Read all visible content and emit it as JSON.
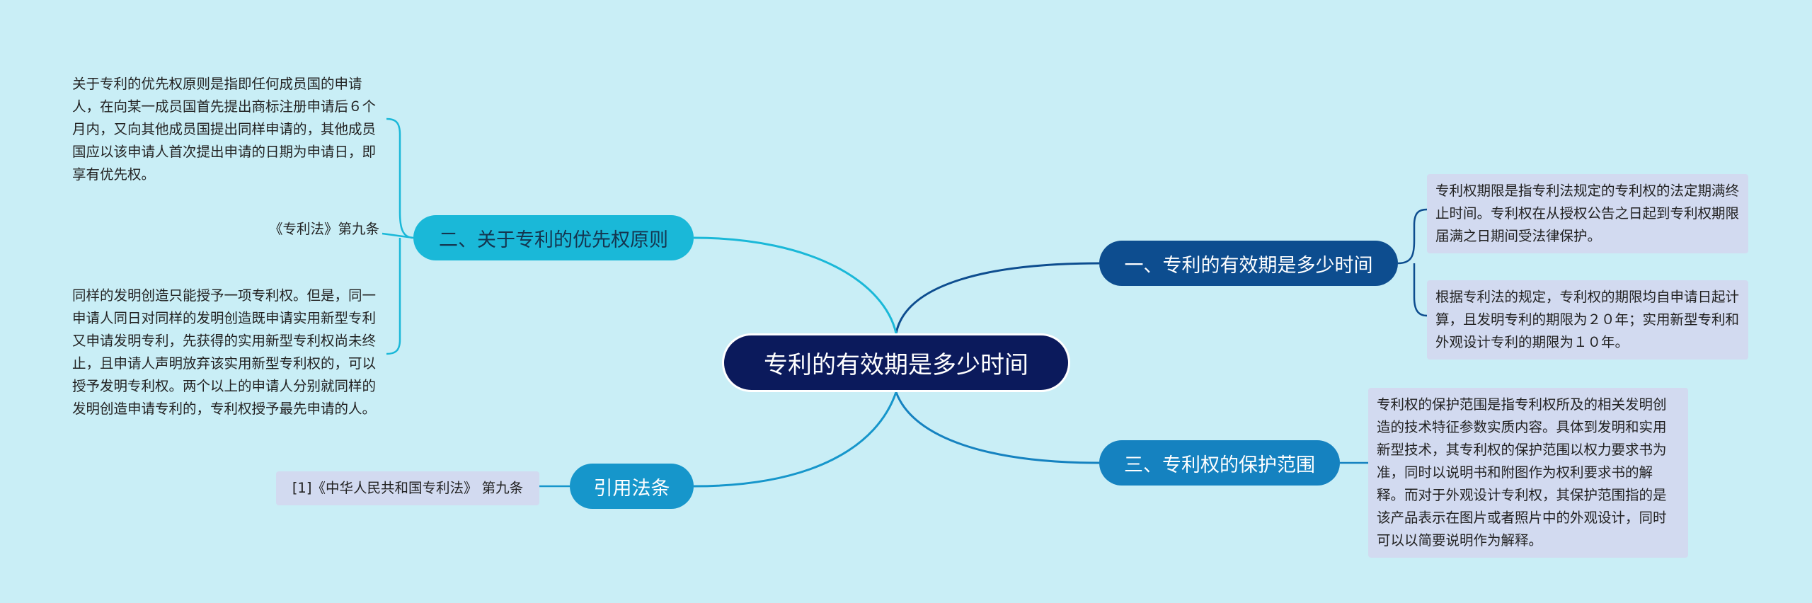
{
  "root": {
    "label": "专利的有效期是多少时间"
  },
  "branches": {
    "b1": {
      "label": "一、专利的有效期是多少时间"
    },
    "b2": {
      "label": "二、关于专利的优先权原则"
    },
    "b3": {
      "label": "三、专利权的保护范围"
    },
    "b4": {
      "label": "引用法条"
    }
  },
  "leaves": {
    "l1": "专利权期限是指专利法规定的专利权的法定期满终止时间。专利权在从授权公告之日起到专利权期限届满之日期间受法律保护。",
    "l2": "根据专利法的规定，专利权的期限均自申请日起计算，且发明专利的期限为２０年；实用新型专利和外观设计专利的期限为１０年。",
    "l3": "专利权的保护范围是指专利权所及的相关发明创造的技术特征参数实质内容。具体到发明和实用新型技术，其专利权的保护范围以权力要求书为准，同时以说明书和附图作为权利要求书的解释。而对于外观设计专利权，其保护范围指的是该产品表示在图片或者照片中的外观设计，同时可以以简要说明作为解释。",
    "l4": "关于专利的优先权原则是指即任何成员国的申请人，在向某一成员国首先提出商标注册申请后６个月内，又向其他成员国提出同样申请的，其他成员国应以该申请人首次提出申请的日期为申请日，即享有优先权。",
    "l5": "《专利法》第九条",
    "l6": "同样的发明创造只能授予一项专利权。但是，同一申请人同日对同样的发明创造既申请实用新型专利又申请发明专利，先获得的实用新型专利权尚未终止，且申请人声明放弃该实用新型专利权的，可以授予发明专利权。两个以上的申请人分别就同样的发明创造申请专利的，专利权授予最先申请的人。",
    "l7": "[1]《中华人民共和国专利法》 第九条"
  },
  "colors": {
    "background": "#c9eef6",
    "root": "#0b1a5c",
    "branch1": "#0d4d8f",
    "branch2": "#1ab8d8",
    "branch3": "#1582c0",
    "branch4": "#1696cb",
    "leaf_box": "#d2daf0"
  }
}
